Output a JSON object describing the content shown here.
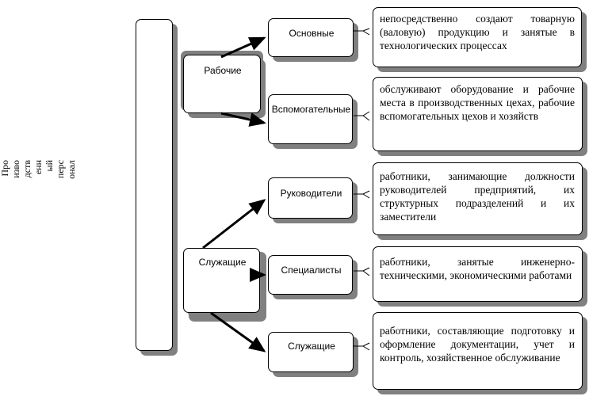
{
  "root": {
    "label_lines": [
      "Про",
      "изво",
      "дств",
      "енн",
      "ый",
      "перс",
      "онал"
    ]
  },
  "groups": [
    {
      "id": "workers",
      "label": "Рабочие"
    },
    {
      "id": "employees",
      "label": "Служащие"
    }
  ],
  "categories": [
    {
      "label": "Основные",
      "description": "непосредственно создают товарную (валовую) продукцию и занятые в технологических процессах"
    },
    {
      "label": "Вспомогательные",
      "description": "обслуживают оборудование и рабочие места в производственных цехах, рабочие вспомогательных цехов и хозяйств"
    },
    {
      "label": "Руководители",
      "description": "работники, занимающие должности руководителей предприятий, их структурных подразделений и их заместители"
    },
    {
      "label": "Специалисты",
      "description": "работники, занятые инженерно-техническими, экономическими работами"
    },
    {
      "label": "Служащие",
      "description": "работники, составляющие подготовку и оформление документации, учет и контроль, хозяйственное обслуживание"
    }
  ]
}
